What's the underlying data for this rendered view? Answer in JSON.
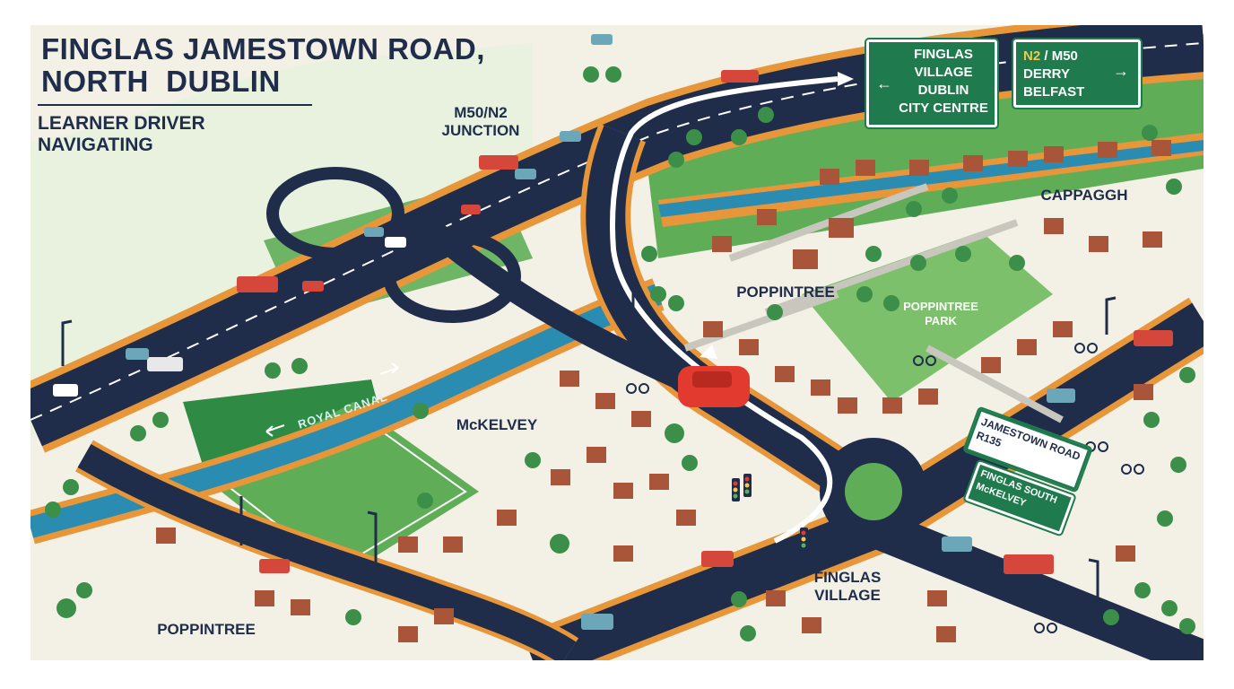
{
  "title": {
    "line1": "FINGLAS JAMESTOWN ROAD,",
    "line2": "NORTH  DUBLIN",
    "subtitle_line1": "LEARNER DRIVER",
    "subtitle_line2": "NAVIGATING"
  },
  "places": {
    "junction_line1": "M50/N2",
    "junction_line2": "JUNCTION",
    "cappagh": "CAPPAGGH",
    "poppintree_north": "POPPINTREE",
    "poppintree_park_line1": "POPPINTREE",
    "poppintree_park_line2": "PARK",
    "mckelvey": "McKELVEY",
    "finglas_village_line1": "FINGLAS",
    "finglas_village_line2": "VILLAGE",
    "poppintree_south": "POPPINTREE",
    "royal_canal": "ROYAL CANAL"
  },
  "signs": {
    "left_sign": {
      "line1": "FINGLAS",
      "line2": "VILLAGE",
      "line3": "DUBLIN",
      "line4": "CITY CENTRE",
      "arrow": "←"
    },
    "right_sign": {
      "route_yellow": "N2",
      "route_sep": " / ",
      "route_white": "M50",
      "line2": "DERRY",
      "line3": "BELFAST",
      "arrow": "→"
    },
    "jamestown_sign": {
      "line1": "JAMESTOWN ROAD",
      "line2": "R135"
    },
    "finglas_south_sign": {
      "line1": "FINGLAS SOUTH",
      "line2": "McKELVEY"
    }
  },
  "colors": {
    "road": "#1f2d4a",
    "road_edge": "#e8963a",
    "grass": "#5fae57",
    "canal": "#2a8cb0",
    "land": "#f3f0e6",
    "learner_car": "#e23a2e",
    "sign_green": "#1f7a4d",
    "route_yellow": "#f2c94c"
  },
  "icons": [
    "learner-car-icon",
    "traffic-light-icon",
    "bus-icon",
    "cyclist-icon",
    "tree-icon",
    "house-icon",
    "street-lamp-icon",
    "left-arrow-icon",
    "right-arrow-icon"
  ]
}
